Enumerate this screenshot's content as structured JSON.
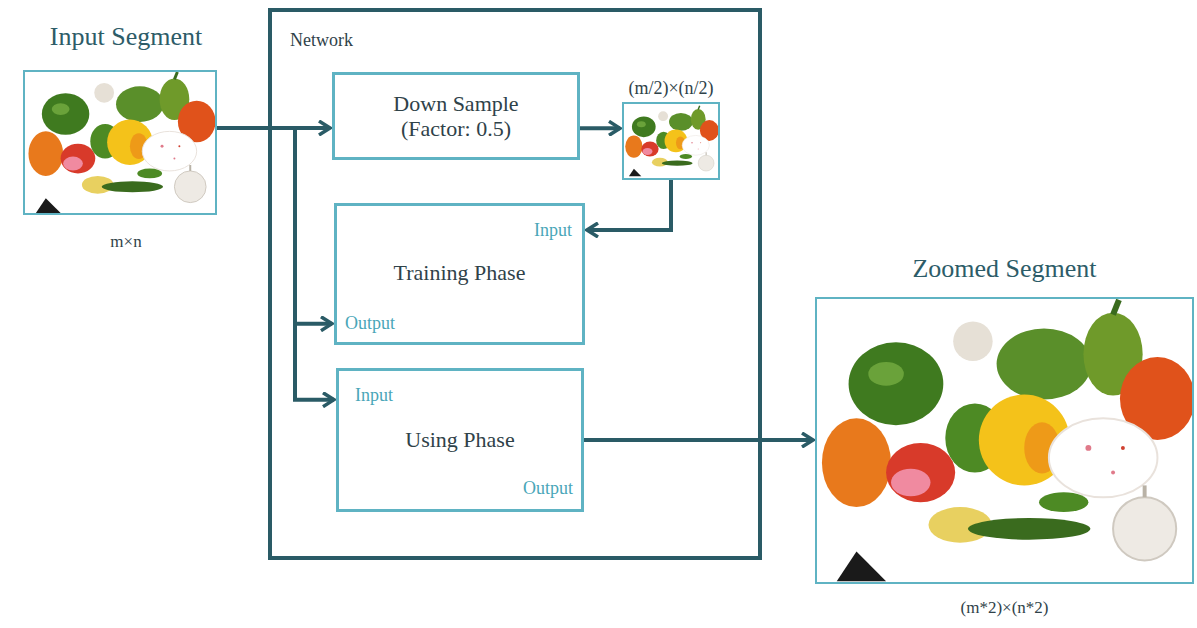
{
  "diagram": {
    "nodes": [
      {
        "text": [
          "Input Segment",
          "m×n"
        ]
      },
      {
        "text": [
          "Network"
        ]
      },
      {
        "text": [
          "Down Sample (Factor: 0.5)"
        ],
        "in": 1
      },
      {
        "text": [
          "(m/2)×(n/2)"
        ],
        "in": 1
      },
      {
        "text": [
          "Input",
          "Training Phase",
          "Output"
        ],
        "in": 1
      },
      {
        "text": [
          "Input",
          "Using Phase",
          "Output"
        ],
        "in": 1
      },
      {
        "text": [
          "Zoomed Segment",
          "(m*2)×(n*2)"
        ]
      }
    ],
    "edges": [
      {
        "from": 0,
        "to": 2,
        "arrow": "to"
      },
      {
        "from": 0,
        "to": 4,
        "arrow": "to"
      },
      {
        "from": 0,
        "to": 5,
        "arrow": "to"
      },
      {
        "from": 2,
        "to": 3,
        "arrow": "to"
      },
      {
        "from": 3,
        "to": 4,
        "arrow": "to"
      },
      {
        "from": 5,
        "to": 6,
        "arrow": "to"
      }
    ]
  }
}
